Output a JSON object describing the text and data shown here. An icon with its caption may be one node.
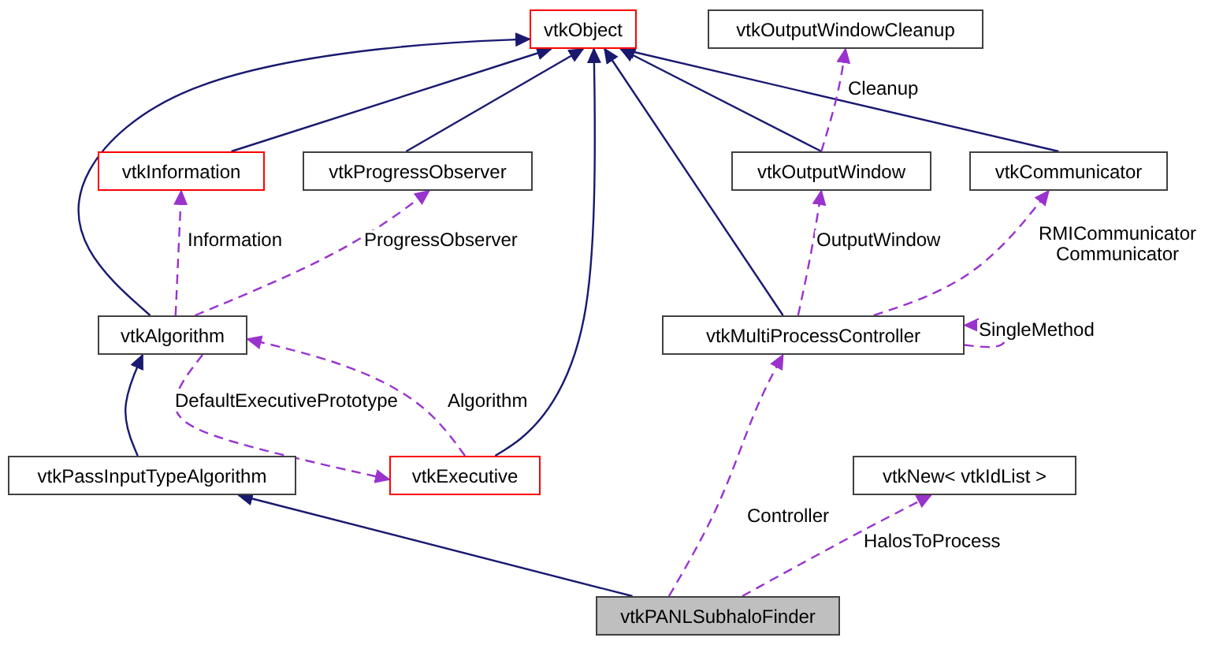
{
  "diagram": {
    "nodes": [
      {
        "text": [
          "vtkObject"
        ]
      },
      {
        "text": [
          "vtkOutputWindowCleanup"
        ]
      },
      {
        "text": [
          "vtkInformation"
        ]
      },
      {
        "text": [
          "vtkProgressObserver"
        ]
      },
      {
        "text": [
          "vtkOutputWindow"
        ]
      },
      {
        "text": [
          "vtkCommunicator"
        ]
      },
      {
        "text": [
          "vtkAlgorithm"
        ]
      },
      {
        "text": [
          "vtkMultiProcessController"
        ]
      },
      {
        "text": [
          "vtkPassInputTypeAlgorithm"
        ]
      },
      {
        "text": [
          "vtkExecutive"
        ]
      },
      {
        "text": [
          "vtkNew< vtkIdList >"
        ]
      },
      {
        "text": [
          "vtkPANLSubhaloFinder"
        ]
      }
    ],
    "edges": [
      {
        "from": 2,
        "to": 0,
        "arrow": "to",
        "color": "#191970"
      },
      {
        "from": 3,
        "to": 0,
        "arrow": "to",
        "color": "#191970"
      },
      {
        "from": 6,
        "to": 0,
        "arrow": "to",
        "color": "#191970"
      },
      {
        "from": 9,
        "to": 0,
        "arrow": "to",
        "color": "#191970"
      },
      {
        "from": 7,
        "to": 0,
        "arrow": "to",
        "color": "#191970"
      },
      {
        "from": 4,
        "to": 0,
        "arrow": "to",
        "color": "#191970"
      },
      {
        "from": 5,
        "to": 0,
        "arrow": "to",
        "color": "#191970"
      },
      {
        "from": 8,
        "to": 6,
        "arrow": "to",
        "color": "#191970"
      },
      {
        "from": 11,
        "to": 8,
        "arrow": "to",
        "color": "#191970"
      },
      {
        "from": 6,
        "to": 2,
        "arrow": "to",
        "label": "Information",
        "style": "dashed"
      },
      {
        "from": 6,
        "to": 3,
        "arrow": "to",
        "label": "ProgressObserver",
        "style": "dashed"
      },
      {
        "from": 4,
        "to": 1,
        "arrow": "to",
        "label": "Cleanup",
        "style": "dashed"
      },
      {
        "from": 7,
        "to": 4,
        "arrow": "to",
        "label": "OutputWindow",
        "style": "dashed"
      },
      {
        "from": 7,
        "to": 5,
        "arrow": "to",
        "label": "RMICommunicator Communicator",
        "style": "dashed"
      },
      {
        "from": 7,
        "to": 7,
        "arrow": "to",
        "label": "SingleMethod",
        "style": "dashed"
      },
      {
        "from": 9,
        "to": 6,
        "arrow": "to",
        "label": "Algorithm",
        "style": "dashed"
      },
      {
        "from": 6,
        "to": 9,
        "arrow": "to",
        "label": "DefaultExecutivePrototype",
        "style": "dashed"
      },
      {
        "from": 11,
        "to": 7,
        "arrow": "to",
        "label": "Controller",
        "style": "dashed"
      },
      {
        "from": 11,
        "to": 10,
        "arrow": "to",
        "label": "HalosToProcess",
        "style": "dashed"
      }
    ]
  }
}
